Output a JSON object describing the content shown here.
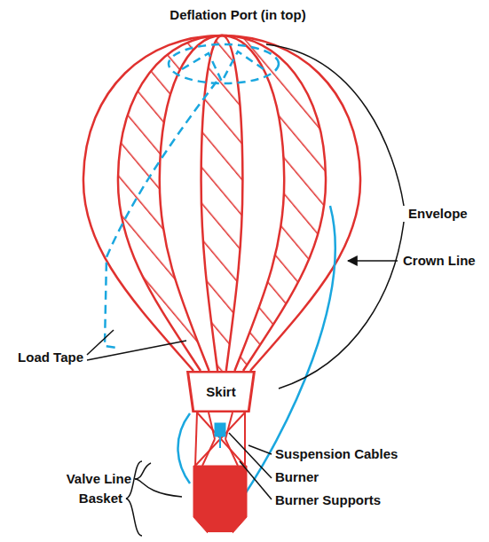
{
  "diagram": {
    "nodes": [
      {
        "text": [
          "Skirt"
        ]
      }
    ],
    "labels": [
      "Deflation Port (in top)",
      "Envelope",
      "Crown Line",
      "Load Tape",
      "Valve Line",
      "Suspension Cables",
      "Burner",
      "Burner Supports",
      "Basket"
    ]
  }
}
